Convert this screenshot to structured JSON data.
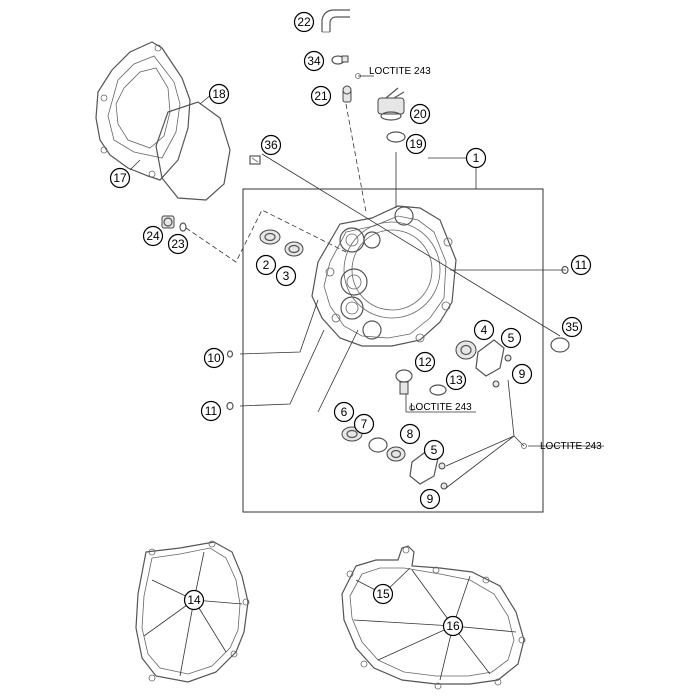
{
  "callouts": [
    "1",
    "2",
    "3",
    "4",
    "5",
    "5",
    "6",
    "7",
    "8",
    "9",
    "9",
    "10",
    "11",
    "11",
    "12",
    "13",
    "14",
    "15",
    "16",
    "17",
    "18",
    "19",
    "20",
    "21",
    "22",
    "23",
    "24",
    "34",
    "35",
    "36"
  ],
  "notes": {
    "loctite_1": "LOCTITE 243",
    "loctite_2": "LOCTITE 243",
    "loctite_3": "LOCTITE 243"
  }
}
